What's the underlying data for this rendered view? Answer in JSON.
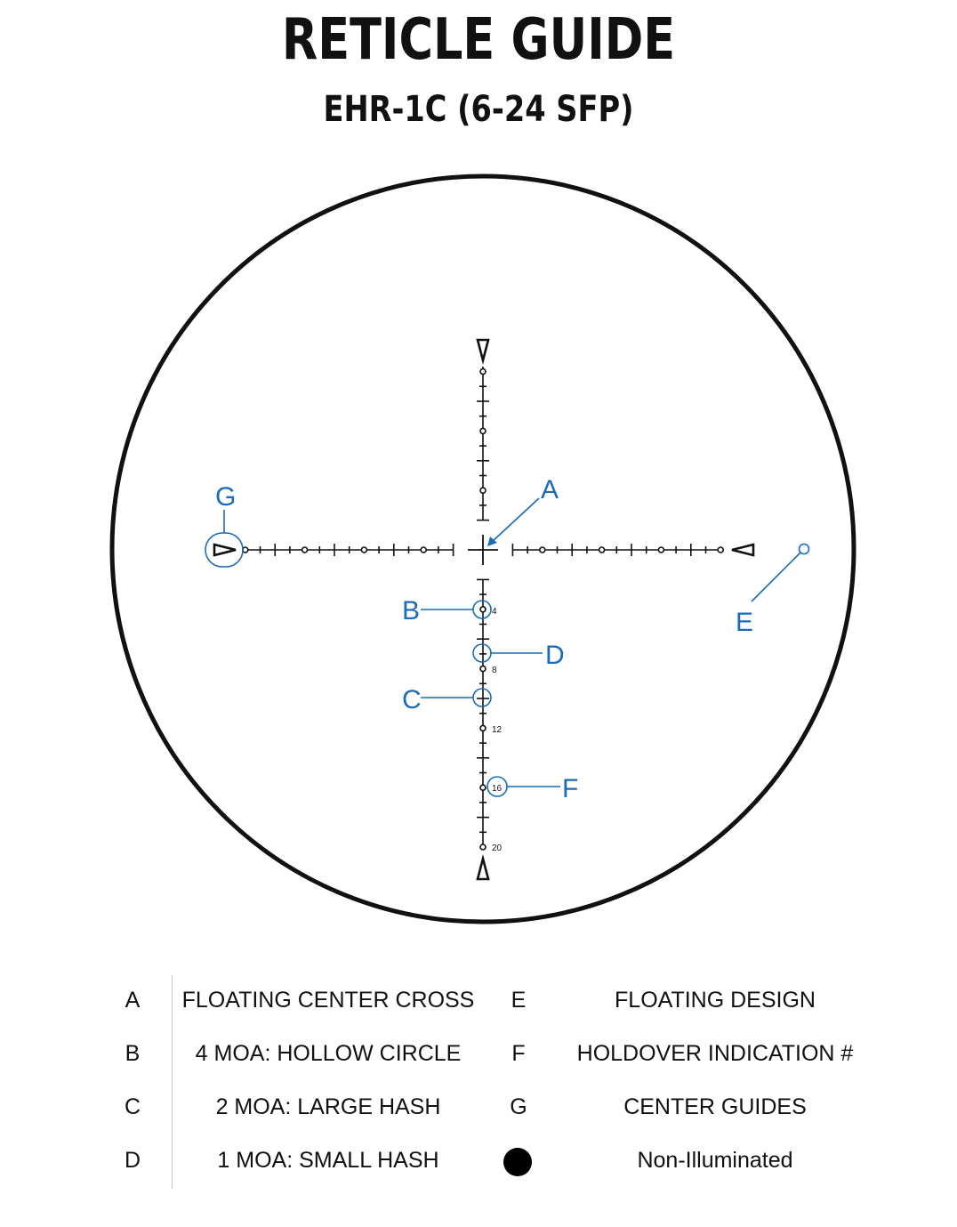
{
  "header": {
    "title": "RETICLE GUIDE",
    "subtitle": "EHR-1C (6-24 SFP)"
  },
  "callouts": {
    "A": "A",
    "B": "B",
    "C": "C",
    "D": "D",
    "E": "E",
    "F": "F",
    "G": "G"
  },
  "tick_numbers": [
    "4",
    "8",
    "12",
    "16",
    "20"
  ],
  "colors": {
    "reticle": "#111111",
    "callout": "#1a6bb8",
    "divider": "#c8c8c8"
  },
  "legend": {
    "rows": [
      {
        "key": "A",
        "desc": "FLOATING CENTER CROSS",
        "key2": "E",
        "desc2": "FLOATING DESIGN"
      },
      {
        "key": "B",
        "desc": "4 MOA: HOLLOW CIRCLE",
        "key2": "F",
        "desc2": "HOLDOVER INDICATION #"
      },
      {
        "key": "C",
        "desc": "2 MOA: LARGE HASH",
        "key2": "G",
        "desc2": "CENTER GUIDES"
      },
      {
        "key": "D",
        "desc": "1 MOA: SMALL HASH",
        "key2_icon": "filled-circle-icon",
        "desc2": "Non-Illuminated"
      }
    ]
  }
}
